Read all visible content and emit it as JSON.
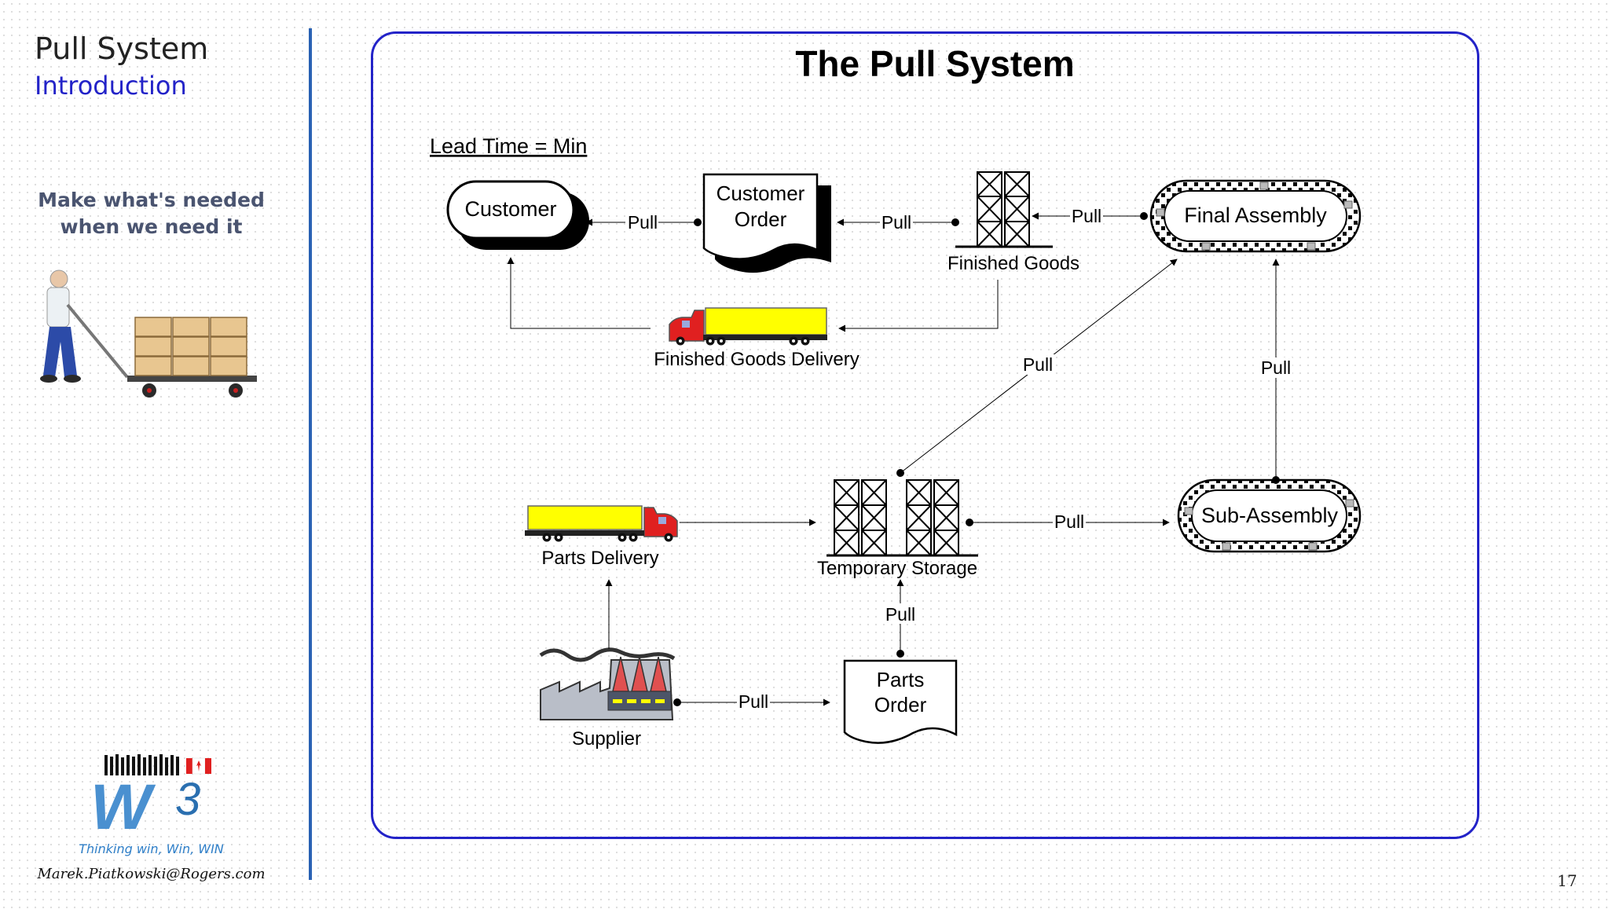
{
  "slide": {
    "title": "Pull System",
    "subtitle": "Introduction",
    "tagline_line1": "Make what's needed",
    "tagline_line2": "when we need it",
    "logo_tagline": "Thinking win, Win, WIN",
    "email": "Marek.Piatkowski@Rogers.com",
    "page_number": "17"
  },
  "diagram": {
    "title": "The Pull System",
    "lead_time": "Lead Time = Min",
    "nodes": {
      "customer": "Customer",
      "customer_order_line1": "Customer",
      "customer_order_line2": "Order",
      "finished_goods": "Finished Goods",
      "final_assembly": "Final Assembly",
      "finished_goods_delivery": "Finished Goods Delivery",
      "parts_delivery": "Parts Delivery",
      "temporary_storage": "Temporary Storage",
      "sub_assembly": "Sub-Assembly",
      "parts_order_line1": "Parts",
      "parts_order_line2": "Order",
      "supplier": "Supplier"
    },
    "pull_label": "Pull"
  },
  "colors": {
    "accent": "#2323c8",
    "divider": "#2a62b4",
    "truck_trailer": "#ffff00",
    "truck_cab": "#e02020"
  }
}
